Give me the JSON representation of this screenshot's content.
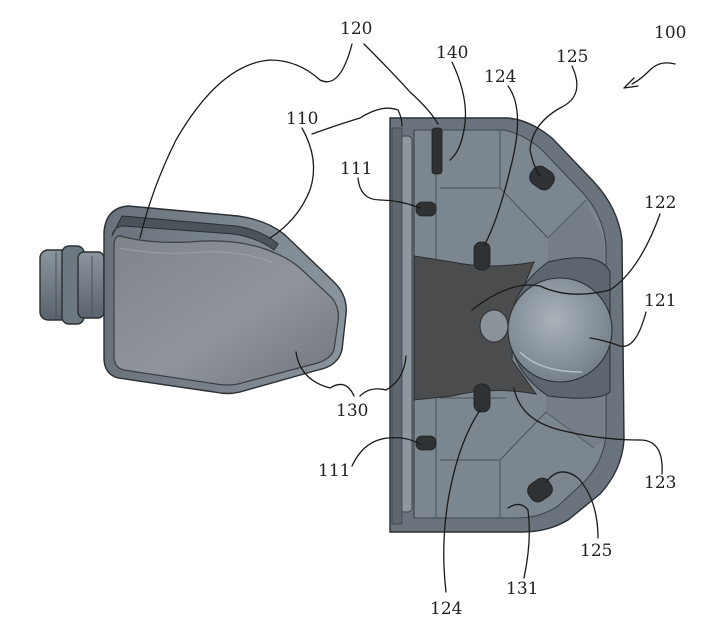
{
  "colors": {
    "body_dark": "#5b636a",
    "body_mid": "#76808a",
    "body_light": "#99a3ab",
    "glass": "#84898e",
    "cavity": "#4a4c4e",
    "outline": "#2a2f33",
    "label": "#222222"
  },
  "labels": {
    "ref_100": "100",
    "ref_110": "110",
    "ref_111_top": "111",
    "ref_111_bottom": "111",
    "ref_120": "120",
    "ref_121": "121",
    "ref_122": "122",
    "ref_123": "123",
    "ref_124_top": "124",
    "ref_124_bottom": "124",
    "ref_125_top": "125",
    "ref_125_bottom": "125",
    "ref_130": "130",
    "ref_131": "131",
    "ref_140": "140"
  }
}
